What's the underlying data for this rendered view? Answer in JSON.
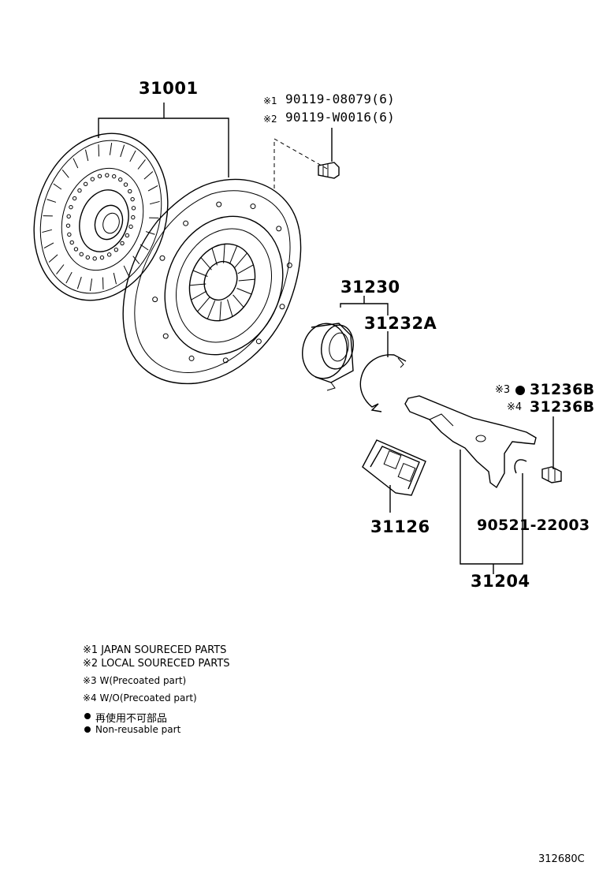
{
  "parts": {
    "clutch_cover": "31001",
    "bolt_1": "90119-08079(6)",
    "bolt_2": "90119-W0016(6)",
    "bolt_1_mark": "※1",
    "bolt_2_mark": "※2",
    "release_bearing": "31230",
    "bearing_clip": "31232A",
    "boot": "31126",
    "fork_pivot_1_mark": "※3",
    "fork_pivot_1": "31236B",
    "fork_pivot_2_mark": "※4",
    "fork_pivot_2": "31236B",
    "snap_ring": "90521-22003",
    "release_fork": "31204"
  },
  "legend": {
    "note1": "※1 JAPAN SOURECED PARTS",
    "note2": "※2 LOCAL SOURECED PARTS",
    "note3": "※3 W(Precoated part)",
    "note4": "※4 W/O(Precoated part)",
    "note5": "再使用不可部品",
    "note6": "Non-reusable part"
  },
  "diagram_id": "312680C"
}
